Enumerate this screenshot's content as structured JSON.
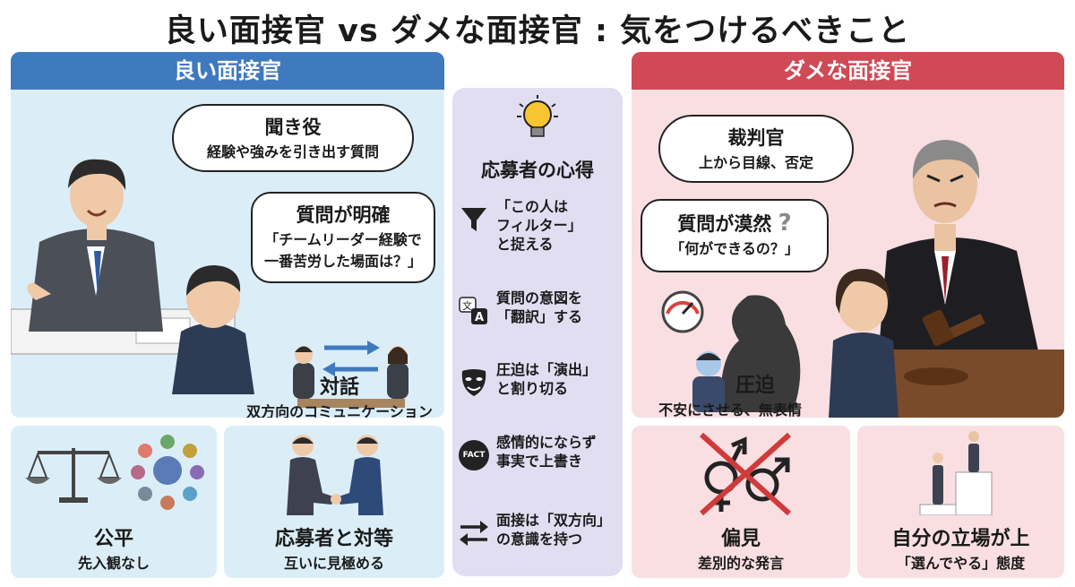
{
  "title": "良い面接官 vs ダメな面接官 : 気をつけるべきこと",
  "good": {
    "header": "良い面接官",
    "bubble1": {
      "title": "聞き役",
      "text": "経験や強みを引き出す質問"
    },
    "bubble2": {
      "title": "質問が明確",
      "line1": "「チームリーダー経験で",
      "line2": "一番苦労した場面は？」"
    },
    "dialog": {
      "title": "対話",
      "text": "双方向のコミュニケーション"
    },
    "fair": {
      "title": "公平",
      "text": "先入観なし"
    },
    "equal": {
      "title": "応募者と対等",
      "text": "互いに見極める"
    }
  },
  "center": {
    "title": "応募者の心得",
    "tips": [
      {
        "icon": "filter-icon",
        "lines": [
          "「この人は",
          "フィルター」",
          "と捉える"
        ]
      },
      {
        "icon": "translate-icon",
        "lines": [
          "質問の意図を",
          "「翻訳」する"
        ]
      },
      {
        "icon": "theater-mask-icon",
        "lines": [
          "圧迫は「演出」",
          "と割り切る"
        ]
      },
      {
        "icon": "fact-icon",
        "icon_label": "FACT",
        "lines": [
          "感情的にならず",
          "事実で上書き"
        ]
      },
      {
        "icon": "swap-arrows-icon",
        "lines": [
          "面接は「双方向」",
          "の意識を持つ"
        ]
      }
    ]
  },
  "bad": {
    "header": "ダメな面接官",
    "bubble1": {
      "title": "裁判官",
      "text": "上から目線、否定"
    },
    "bubble2": {
      "title": "質問が漠然",
      "mark": "?",
      "text": "「何ができるの？」"
    },
    "pressure": {
      "title": "圧迫",
      "text": "不安にさせる、無表情"
    },
    "bias": {
      "title": "偏見",
      "text": "差別的な発言"
    },
    "status": {
      "title": "自分の立場が上",
      "text": "「選んでやる」態度"
    }
  },
  "colors": {
    "good": "#3f79be",
    "bad": "#cf4a55",
    "center": "#e1def2"
  }
}
